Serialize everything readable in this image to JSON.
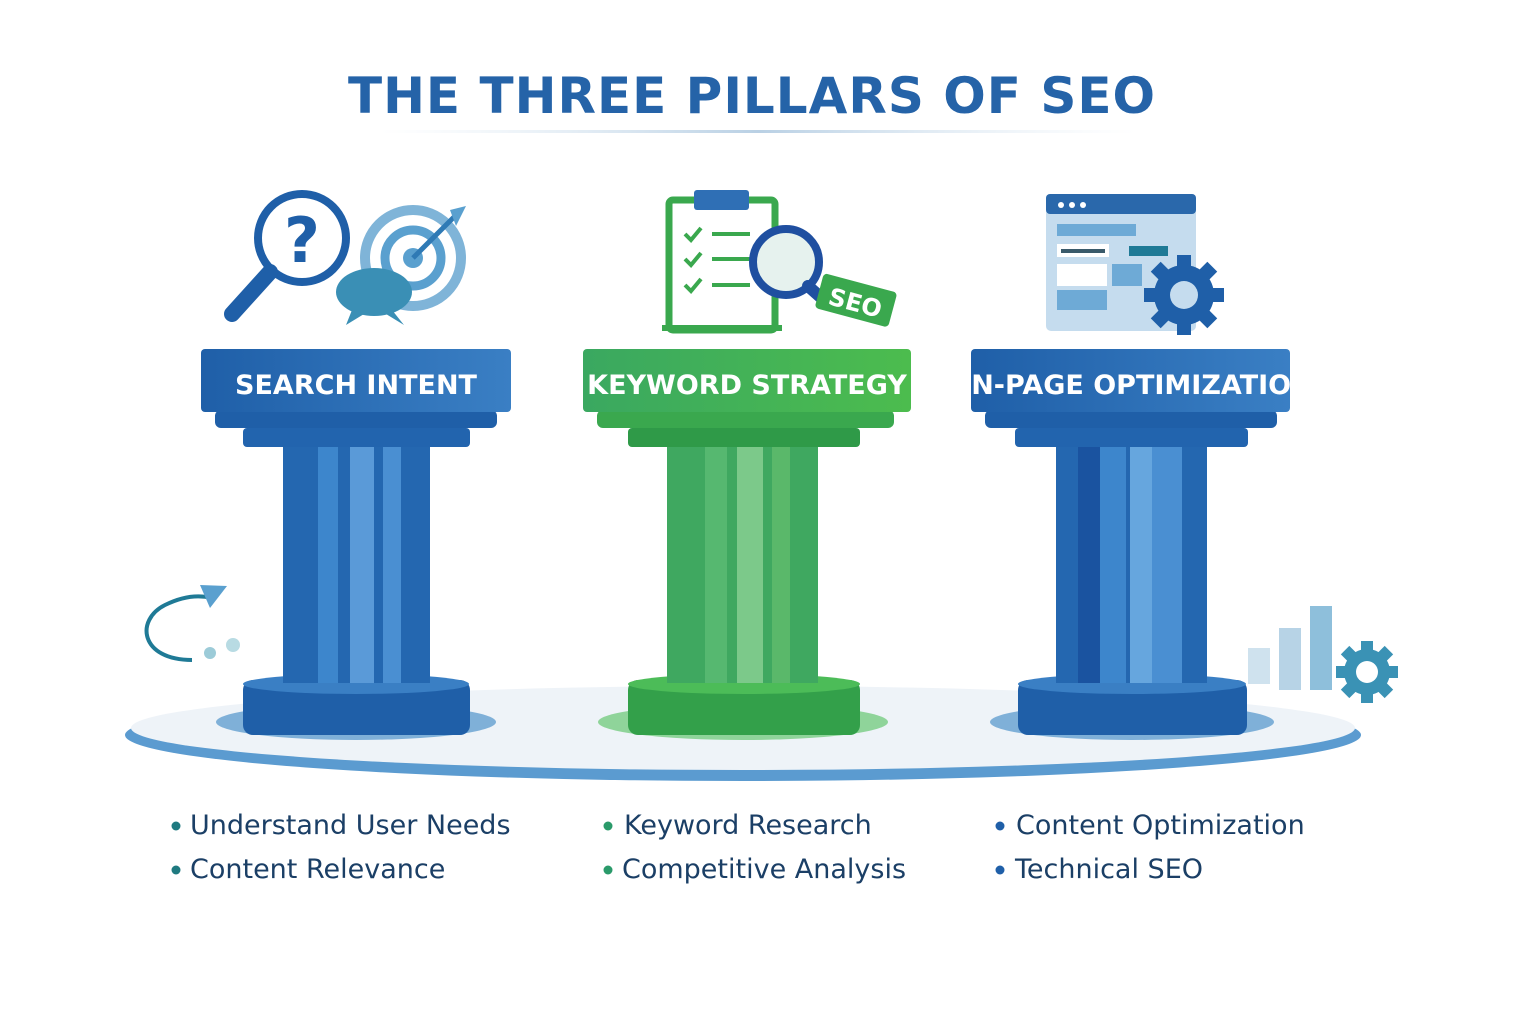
{
  "title": "THE THREE PILLARS OF SEO",
  "colors": {
    "blue": "#2a6db5",
    "dark_blue": "#1f5a9e",
    "green": "#3fae4e",
    "teal": "#3a8fb0",
    "text": "#1b3f66"
  },
  "pillars": [
    {
      "label": "SEARCH INTENT",
      "color": "blue",
      "icons": [
        "magnifier-question-icon",
        "speech-bubble-icon",
        "target-arrow-icon"
      ],
      "bullets": [
        "Understand User Needs",
        "Content Relevance"
      ]
    },
    {
      "label": "KEYWORD STRATEGY",
      "color": "green",
      "icons": [
        "checklist-clipboard-icon",
        "magnifier-icon",
        "seo-tag-icon"
      ],
      "seo_tag": "SEO",
      "bullets": [
        "Keyword Research",
        "Competitive Analysis"
      ]
    },
    {
      "label": "ON-PAGE OPTIMIZATION",
      "color": "blue",
      "icons": [
        "browser-window-icon",
        "gear-icon"
      ],
      "bullets": [
        "Content Optimization",
        "Technical SEO"
      ]
    }
  ],
  "decorations": [
    "curved-arrow-icon",
    "bar-chart-icon",
    "gear-icon"
  ]
}
